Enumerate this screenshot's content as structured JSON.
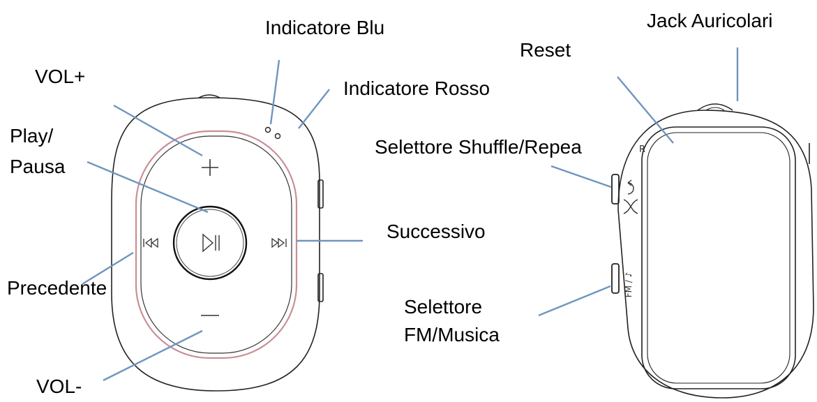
{
  "front_labels": {
    "indicatore_blu": "Indicatore Blu",
    "vol_plus": "VOL+",
    "indicatore_rosso": "Indicatore Rosso",
    "play_pausa_line1": "Play/",
    "play_pausa_line2": "Pausa",
    "successivo": "Successivo",
    "precedente": "Precedente",
    "vol_minus": "VOL-"
  },
  "side_labels": {
    "jack_auricolari": "Jack Auricolari",
    "reset": "Reset",
    "selettore_shuffle": "Selettore Shuffle/Repea",
    "selettore_fm_line1": "Selettore",
    "selettore_fm_line2": "FM/Musica"
  },
  "device_markings": {
    "side_text_reset": "R",
    "side_text_fm": "FM / ♪"
  },
  "colors": {
    "leader_line": "#6f95bf",
    "outline": "#222222",
    "ring_accent": "#c98f96",
    "label_text": "#000000"
  }
}
